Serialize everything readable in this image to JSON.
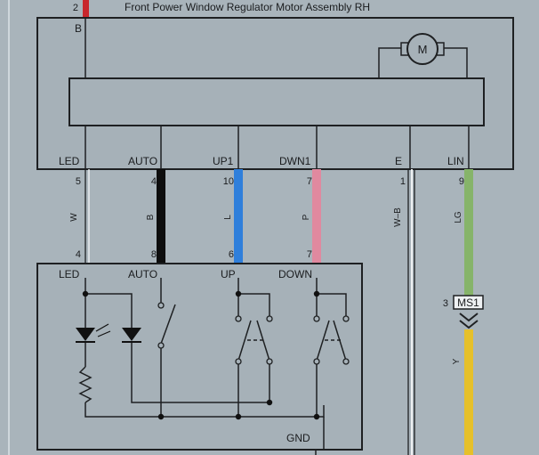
{
  "title": "Front Power Window Regulator Motor Assembly RH",
  "top_connector": {
    "pin": "2",
    "terminal": "B"
  },
  "motor": {
    "symbol": "M"
  },
  "assembly_terminals": [
    {
      "name": "LED",
      "pin": "5"
    },
    {
      "name": "AUTO",
      "pin": "4"
    },
    {
      "name": "UP1",
      "pin": "10"
    },
    {
      "name": "DWN1",
      "pin": "7"
    },
    {
      "name": "E",
      "pin": "1"
    },
    {
      "name": "LIN",
      "pin": "9"
    }
  ],
  "wires": [
    {
      "code": "W",
      "color": "#e9ecee"
    },
    {
      "code": "B",
      "color": "#0d0d0d"
    },
    {
      "code": "L",
      "color": "#2f7fdb"
    },
    {
      "code": "P",
      "color": "#e0899f"
    },
    {
      "code": "W–B",
      "color": "#eef0f2"
    },
    {
      "code": "LG",
      "color": "#86b46a"
    }
  ],
  "switch_pins": [
    "4",
    "8",
    "6",
    "7"
  ],
  "switch_terminals": [
    "LED",
    "AUTO",
    "UP",
    "DOWN"
  ],
  "switch_ground": "GND",
  "connector_ms": {
    "pin": "3",
    "name": "MS1"
  },
  "lower_wire": {
    "code": "Y",
    "color": "#e6c02a"
  },
  "top_wire_color": "#c8272d"
}
